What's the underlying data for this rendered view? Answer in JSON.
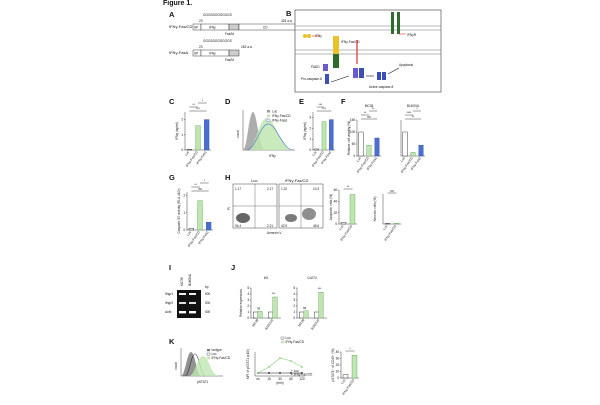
{
  "figure_title": "Figure 1.",
  "panels": {
    "A": {
      "letter": "A",
      "rows": [
        {
          "label": "IFNγ-Fas/CD",
          "linker": "GGGSGGGSGGGS",
          "aa_end": "325 a.a.",
          "aa_marks": [
            "1",
            "23",
            "163",
            "171",
            "188"
          ],
          "segments": [
            "SP",
            "IFNγ",
            "Fas TM",
            "CD"
          ],
          "note": "Fas/M"
        },
        {
          "label": "IFNγ-FasΔ",
          "linker": "GGGSGGGSGGGS",
          "aa_end": "263 a.a.",
          "aa_marks": [
            "1",
            "23",
            "163",
            "171",
            "188"
          ],
          "segments": [
            "SP",
            "IFNγ",
            "Fas TM",
            "CD"
          ],
          "note": "Fas/M"
        }
      ]
    },
    "B": {
      "letter": "B",
      "labels": {
        "ifng": "IFNγ",
        "fusion": "IFNγ-Fas/CD",
        "receptor": "IFNγR",
        "fadd": "FADD",
        "procasp": "Pro-caspase-8",
        "active": "Active caspase-8",
        "apoptosis": "Apoptosis"
      },
      "colors": {
        "ifng_yellow": "#e9c22a",
        "red": "#e03030",
        "receptor_green": "#2e6b2e",
        "purple": "#6a5acd",
        "blue": "#3a4fb8"
      }
    },
    "C": {
      "letter": "C",
      "ylabel": "IFNγ (ng/ml)",
      "sig": [
        "***",
        "**",
        "*"
      ],
      "chart_data": {
        "type": "bar",
        "categories": [
          "Luc",
          "IFNγ-Fas/CD",
          "IFNγ-FasΔ"
        ],
        "values": [
          0.05,
          1.6,
          2.0
        ],
        "ylim": [
          0,
          2.5
        ],
        "yticks": [
          "0",
          "1",
          "2"
        ]
      }
    },
    "D": {
      "letter": "D",
      "ylabel": "count",
      "xlabel": "IFNγ",
      "legend": [
        "Luc",
        "IFNγ-Fas/CD",
        "IFNγ-FasΔ"
      ],
      "colors": [
        "#999999",
        "#bfe6b2",
        "#4a6fd0"
      ]
    },
    "E": {
      "letter": "E",
      "ylabel": "IFNγ (ng/ml)",
      "sig": [
        "***",
        "***"
      ],
      "chart_data": {
        "type": "bar",
        "categories": [
          "Luc",
          "IFNγ-Fas/CD",
          "IFNγ-FasΔ"
        ],
        "values": [
          0.1,
          2.6,
          2.8
        ],
        "ylim": [
          0,
          3.5
        ],
        "yticks": [
          "0",
          "1",
          "2",
          "3"
        ]
      }
    },
    "F": {
      "letter": "F",
      "ylabel": "Relative cell viability (%)",
      "groups": [
        {
          "title": "MC38",
          "sig": [
            "ns",
            "**",
            "**"
          ]
        },
        {
          "title": "B16OVA",
          "sig": [
            "**",
            "****",
            "*"
          ]
        }
      ],
      "categories": [
        "Luc",
        "IFNγ-Fas/CD",
        "IFNγ-FasΔ"
      ],
      "chart_data": [
        {
          "type": "bar",
          "title": "MC38",
          "categories": [
            "Luc",
            "IFNγ-Fas/CD",
            "IFNγ-FasΔ"
          ],
          "values": [
            100,
            45,
            75
          ],
          "ylim": [
            0,
            150
          ]
        },
        {
          "type": "bar",
          "title": "B16OVA",
          "categories": [
            "Luc",
            "IFNγ-Fas/CD",
            "IFNγ-FasΔ"
          ],
          "values": [
            100,
            15,
            45
          ],
          "ylim": [
            0,
            150
          ]
        }
      ],
      "yticks": [
        "0",
        "50",
        "100",
        "150"
      ]
    },
    "G": {
      "letter": "G",
      "ylabel": "Caspase 3/7 activity (RLU x10³)",
      "sig": [
        "ns",
        "**",
        "*"
      ],
      "chart_data": {
        "type": "bar",
        "categories": [
          "Luc",
          "IFNγ-Fas/CD",
          "IFNγ-FasΔ"
        ],
        "values": [
          0.1,
          1.7,
          0.45
        ],
        "ylim": [
          0,
          2.2
        ],
        "yticks": [
          "0",
          "1",
          "2"
        ]
      }
    },
    "H": {
      "letter": "H",
      "plots": [
        {
          "title": "Luc",
          "quadrants": [
            "1.17",
            "2.17",
            "94.4",
            "2.21"
          ]
        },
        {
          "title": "IFNγ-Fas/CD",
          "quadrants": [
            "1.22",
            "10.3",
            "42.9",
            "45.6"
          ]
        }
      ],
      "ylabel": "PI",
      "xlabel": "Annexin V",
      "bars": [
        {
          "ylabel": "Apoptotic cells (%)",
          "sig": "**",
          "categories": [
            "Luc",
            "IFNγ-Fas/CD"
          ],
          "values": [
            3,
            52
          ],
          "ylim": [
            0,
            60
          ],
          "yticks": [
            "0",
            "20",
            "40",
            "60"
          ]
        },
        {
          "ylabel": "Necrotic cells (%)",
          "sig": "ns",
          "categories": [
            "Luc",
            "IFNγ-Fas/CD"
          ],
          "values": [
            1,
            1.5
          ],
          "ylim": [
            0,
            60
          ],
          "yticks": [
            "0",
            "20",
            "40",
            "60"
          ]
        }
      ]
    },
    "I": {
      "letter": "I",
      "cols": [
        "MC38",
        "B16OVA"
      ],
      "bp_label": "bp",
      "rows": [
        {
          "gene": "Ifngr1",
          "bp": "500"
        },
        {
          "gene": "Ifngr2",
          "bp": "500"
        },
        {
          "gene": "Actb",
          "bp": "500"
        }
      ]
    },
    "J": {
      "letter": "J",
      "ylabel": "Relative expression",
      "genes": [
        {
          "title": "Irf1",
          "cats": [
            "MC38",
            "B16OVA"
          ],
          "sig": [
            "ns",
            "***"
          ],
          "series": [
            {
              "name": "Luc",
              "values": [
                1,
                1
              ]
            },
            {
              "name": "IFNγ-Fas/CD",
              "values": [
                1.1,
                3.5
              ]
            }
          ],
          "ylim": [
            0,
            5
          ],
          "yticks": [
            "0",
            "1",
            "2",
            "3",
            "4",
            "5"
          ]
        },
        {
          "title": "Cd274",
          "cats": [
            "MC38",
            "B16OVA"
          ],
          "sig": [
            "ns",
            "***"
          ],
          "series": [
            {
              "name": "Luc",
              "values": [
                1,
                1
              ]
            },
            {
              "name": "IFNγ-Fas/CD",
              "values": [
                1.2,
                4.3
              ]
            }
          ],
          "ylim": [
            0,
            5
          ],
          "yticks": [
            "0",
            "1",
            "2",
            "3",
            "4",
            "5"
          ]
        }
      ],
      "legend": [
        "Luc",
        "IFNγ-Fas/CD"
      ]
    },
    "K": {
      "letter": "K",
      "ylabel": "count",
      "xlabel": "pSTAT1",
      "legend": [
        "Isotype",
        "Luc",
        "IFNγ-Fas/CD"
      ],
      "line": {
        "ylabel": "MFI of pSTAT1 (x10³)",
        "xlabel": "(min)",
        "x_ticks": [
          "ns",
          "15",
          "30",
          "60",
          "120"
        ],
        "legend": [
          "Luc",
          "IFNγ-Fas/CD"
        ],
        "series": [
          {
            "name": "Luc",
            "values": [
              1,
              1,
              1,
              1,
              1
            ]
          },
          {
            "name": "IFNγ-Fas/CD",
            "values": [
              1,
              3,
              6,
              5,
              3
            ]
          }
        ],
        "ylim": [
          0,
          8
        ]
      },
      "bar": {
        "ylabel": "pSTAT1⁺ of CD45⁺ (%)",
        "sig": "*",
        "categories": [
          "Luc",
          "IFNγ-Fas/CD"
        ],
        "values": [
          5,
          35
        ],
        "ylim": [
          0,
          40
        ],
        "yticks": [
          "0",
          "10",
          "20",
          "30",
          "40"
        ]
      }
    }
  }
}
